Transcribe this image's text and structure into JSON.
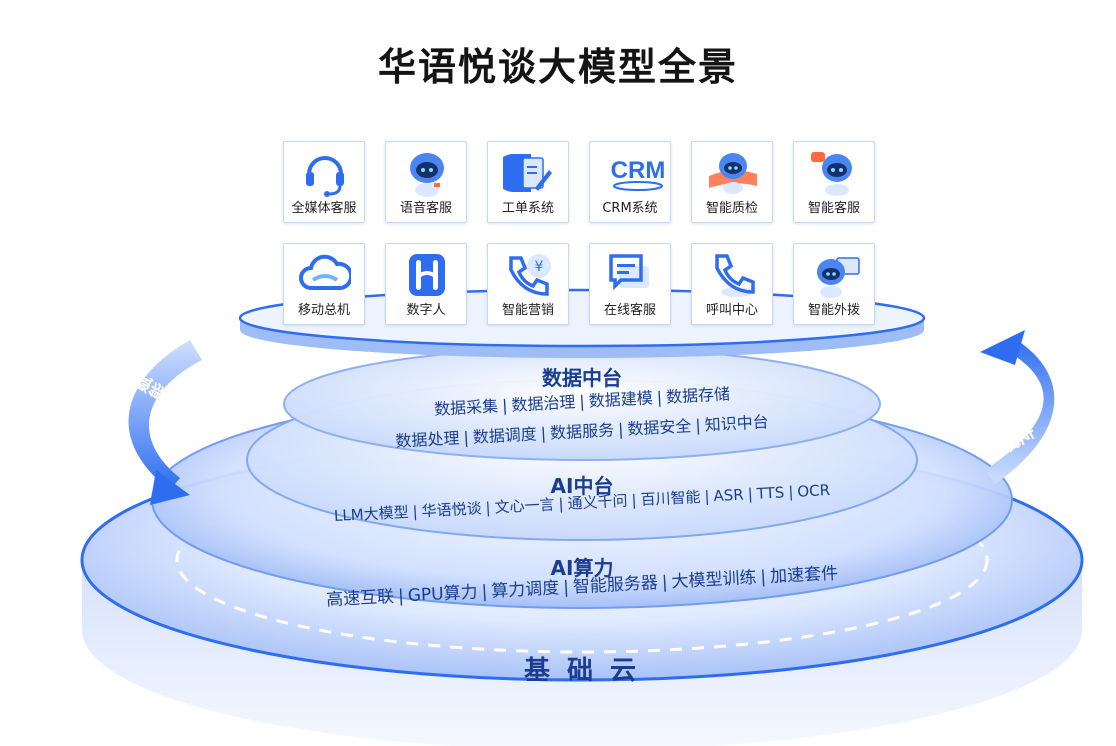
{
  "title": "华语悦谈大模型全景",
  "apps_row1": [
    {
      "label": "全媒体客服",
      "icon": "headset-icon"
    },
    {
      "label": "语音客服",
      "icon": "robot-icon"
    },
    {
      "label": "工单系统",
      "icon": "ticket-icon"
    },
    {
      "label": "CRM系统",
      "icon": "crm-icon"
    },
    {
      "label": "智能质检",
      "icon": "robot-badge-icon"
    },
    {
      "label": "智能客服",
      "icon": "robot-chat-icon"
    }
  ],
  "apps_row2": [
    {
      "label": "移动总机",
      "icon": "cloud-icon"
    },
    {
      "label": "数字人",
      "icon": "h-logo-icon"
    },
    {
      "label": "智能营销",
      "icon": "phone-yen-icon"
    },
    {
      "label": "在线客服",
      "icon": "message-icon"
    },
    {
      "label": "呼叫中心",
      "icon": "phone-icon"
    },
    {
      "label": "智能外拨",
      "icon": "robot-card-icon"
    }
  ],
  "crm_text": "CRM",
  "data_platform": {
    "title": "数据中台",
    "line1": [
      "数据采集",
      "数据治理",
      "数据建模",
      "数据存储"
    ],
    "line2": [
      "数据处理",
      "数据调度",
      "数据服务",
      "数据安全",
      "知识中台"
    ]
  },
  "ai_platform": {
    "title": "AI中台",
    "items": [
      "LLM大模型",
      "华语悦谈",
      "文心一言",
      "通义千问",
      "百川智能",
      "ASR",
      "TTS",
      "OCR"
    ]
  },
  "compute": {
    "title": "AI算力",
    "items": [
      "高速互联",
      "GPU算力",
      "算力调度",
      "智能服务器",
      "大模型训练",
      "加速套件"
    ]
  },
  "cloud": {
    "title": "基 础 云"
  },
  "left_arrow_label": "赋能",
  "right_arrow_label": "支撑",
  "separator": "|",
  "colors": {
    "accent": "#2f6df0",
    "text": "#1a3d8f",
    "light": "#dce8ff"
  }
}
